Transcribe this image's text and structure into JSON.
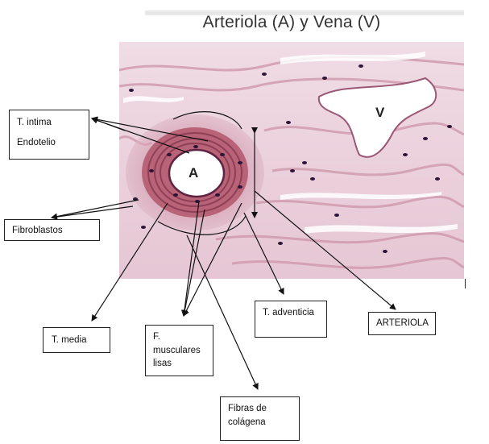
{
  "figure": {
    "title": "Arteriola (A) y Vena (V)",
    "marker_artery": "A",
    "marker_vein": "V"
  },
  "labels": {
    "intima_line1": "T. intima",
    "intima_line2": "Endotelio",
    "fibroblastos": "Fibroblastos",
    "media": "T. media",
    "musculares_line1": "F.",
    "musculares_line2": "musculares",
    "musculares_line3": "lisas",
    "adventicia": "T. adventicia",
    "arteriola": "ARTERIOLA",
    "colagena_line1": "Fibras de",
    "colagena_line2": "colágena"
  },
  "colors": {
    "tissue_background": "#e7cbd8",
    "arteriole_wall": "#c47a8c",
    "muscle_layer": "#a8566b",
    "nuclei": "#2b1436",
    "lumen": "#ffffff",
    "annotation_lines": "#111111"
  }
}
